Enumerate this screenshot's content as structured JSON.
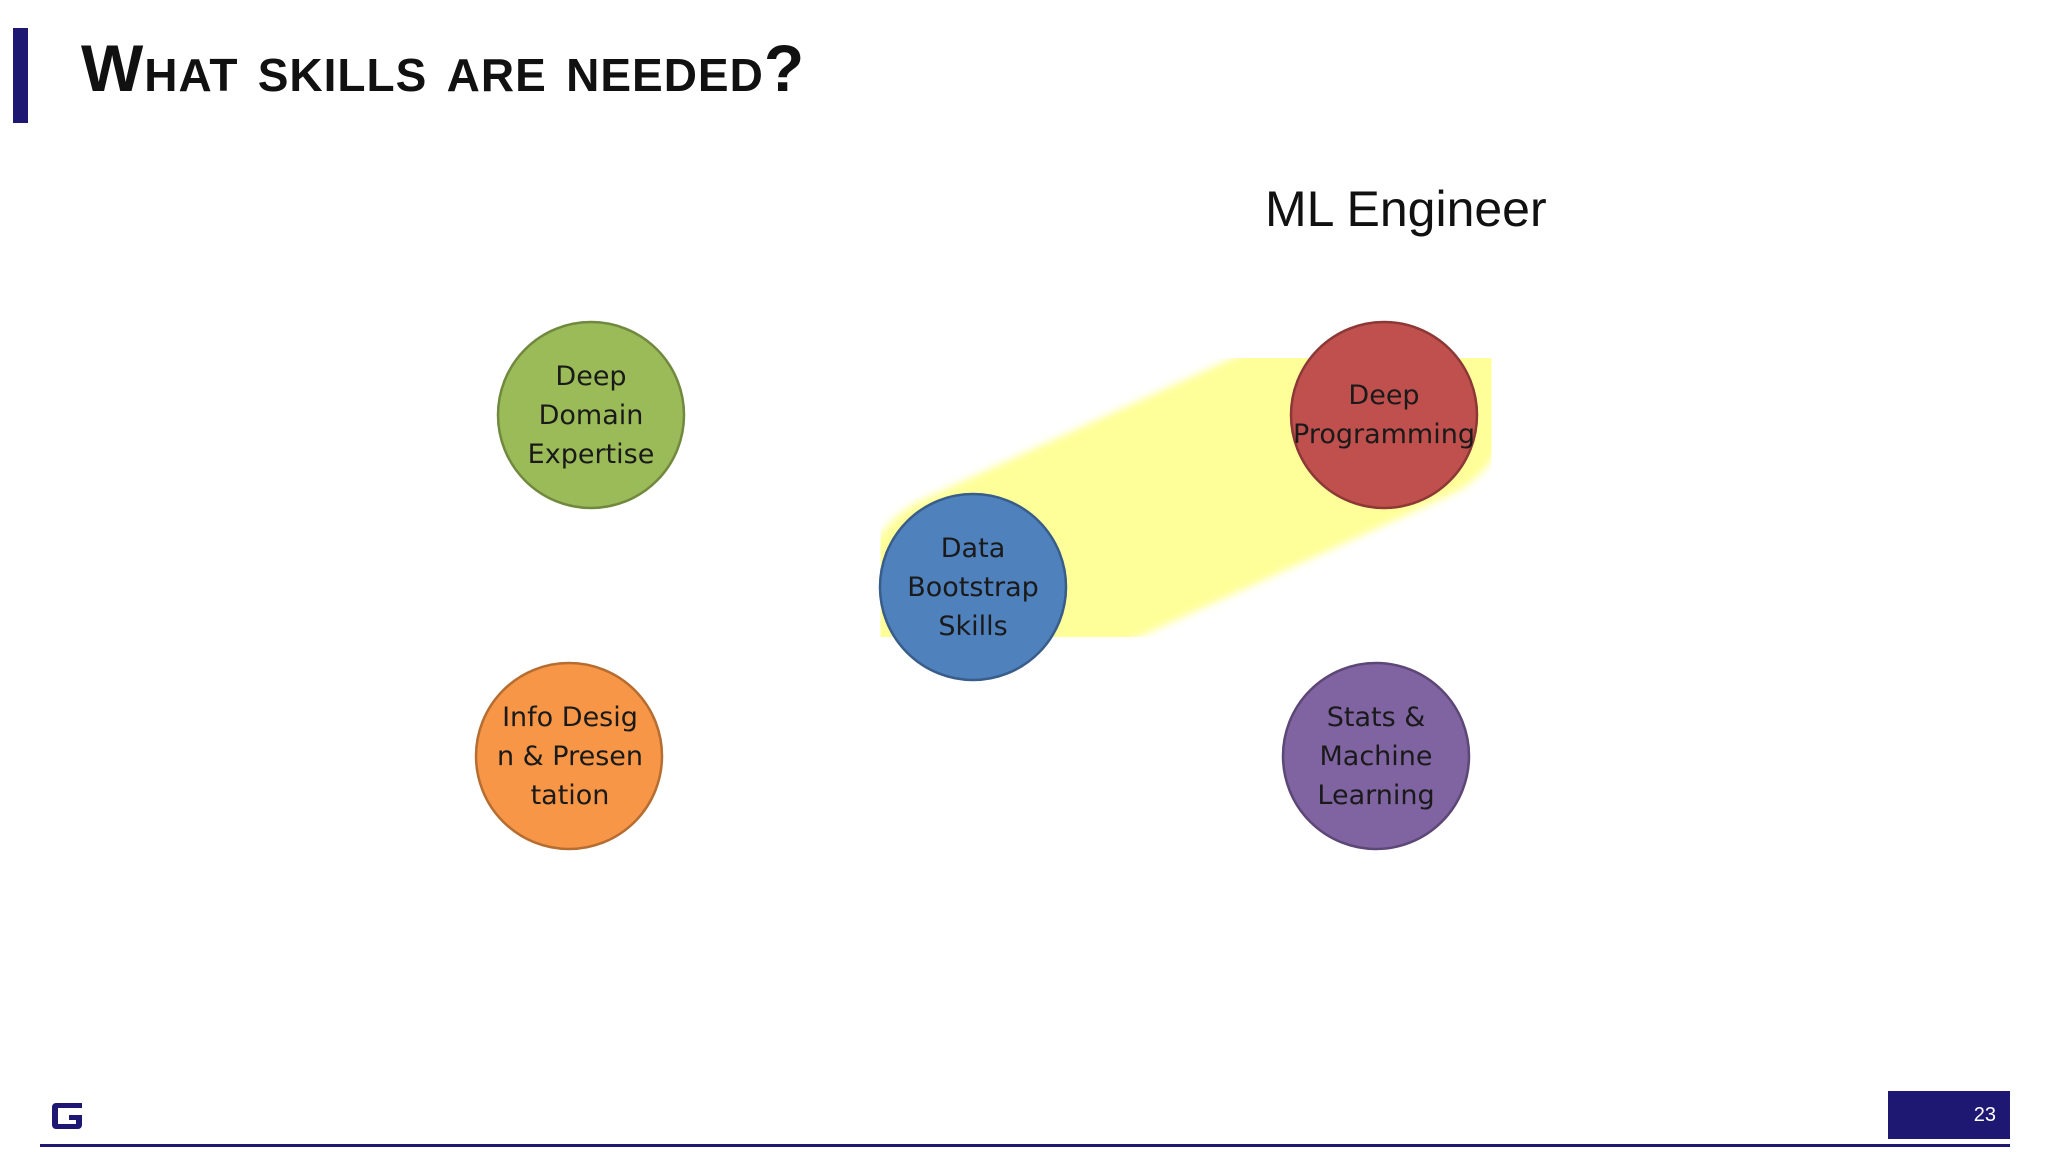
{
  "slide": {
    "title": "What skills are needed?",
    "role_label": "ML Engineer",
    "page_number": "23"
  },
  "skills": [
    {
      "id": "deep-domain-expertise",
      "label": "Deep Domain Expertise",
      "color": "#9bbb59",
      "highlighted": false
    },
    {
      "id": "deep-programming",
      "label": "Deep Programming",
      "color": "#c0504d",
      "highlighted": true
    },
    {
      "id": "data-bootstrap-skills",
      "label": "Data Bootstrap Skills",
      "color": "#4f81bd",
      "highlighted": true
    },
    {
      "id": "info-design-presentation",
      "label": "Info Design & Presentation",
      "color": "#f79646",
      "highlighted": false
    },
    {
      "id": "stats-machine-learning",
      "label": "Stats & Machine Learning",
      "color": "#8064a2",
      "highlighted": false
    }
  ],
  "highlight_color": "#ffff99",
  "brand_color": "#1e1872"
}
